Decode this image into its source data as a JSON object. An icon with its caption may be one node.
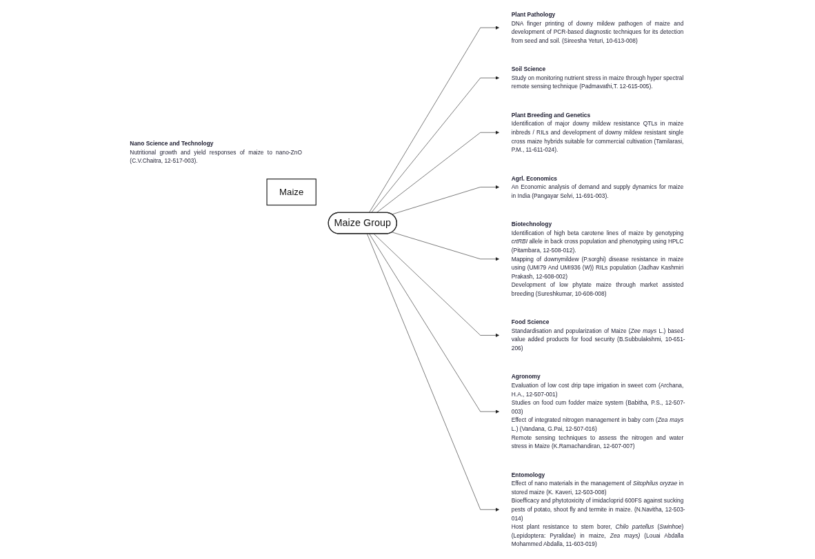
{
  "diagram": {
    "nodes": [
      {
        "text": [
          "Nano Science and Technology",
          "Nutritional growth and yield responses of maize to nano-ZnO (C.V.Chaitra, 12-517-003)."
        ]
      },
      {
        "text": [
          "Maize"
        ]
      },
      {
        "text": [
          "Plant Pathology",
          "DNA finger printing of downy mildew pathogen of maize and development of PCR-based diagnostic techniques for its detection from seed and soil. (Sireesha Yeturi, 10-613-008)"
        ]
      },
      {
        "text": [
          "Entomology",
          "Effect of nano materials in the management of *Sitophilus oryzae* in stored maize (K. Kaveri, 12-503-008)",
          "Bioefficacy and phytotoxicity of imidacloprid 600FS against sucking pests of potato, shoot fly and termite in maize. (N.Navitha, 12-503-014)",
          "Host plant resistance to stem borer, *Chilo partellus* (*Swinhoe*) (Lepidoptera: Pyralidae) in maize, *Zea mays)* (Louai Abdalla Mohammed Abdalla, 11-603-019)"
        ]
      },
      {
        "text": [
          "Soil Science",
          "Study on monitoring nutrient stress in maize through hyper spectral remote sensing technique (Padmavathi,T. 12-615-005)."
        ]
      },
      {
        "text": [
          "Plant Breeding and Genetics",
          "Identification of major downy mildew resistance QTLs in maize inbreds / RILs and development of downy mildew resistant single cross maize hybrids suitable for commercial cultivation (Tamilarasi, P.M., 11-611-024)."
        ]
      },
      {
        "text": [
          "Maize Group"
        ]
      },
      {
        "text": [
          "Agronomy",
          "Evaluation of low cost drip tape irrigation in sweet corn (Archana, H.A., 12-507-001)",
          "Studies on food cum fodder maize system (Babitha, P.S., 12-507-003)",
          "Effect of integrated nitrogen management in baby corn (*Zea mays* L.) (Vandana, G.Pai, 12-507-016)",
          "Remote sensing techniques to assess the nitrogen and water stress in Maize (K.Ramachandiran, 12-607-007)"
        ]
      },
      {
        "text": [
          "Agrl. Economics",
          "An Economic analysis of demand and supply dynamics for maize in India (Pangayar Selvi, 11-691-003)."
        ]
      },
      {
        "text": [
          "Biotechnology",
          "Identification of high beta carotene lines of maize by genotyping *crtRBI* allele in back cross population and phenotyping using HPLC (Pitambara, 12-508-012).",
          "Mapping of downymildew (P.sorghi) disease resistance in maize using (UMI79 And UMI936 (W)) RILs population (Jadhav Kashmiri Prakash, 12-608-002)",
          "Development of low phytate maize through market assisted breeding (Sureshkumar, 10-608-008)"
        ]
      },
      {
        "text": [
          "Food Science",
          "Standardisation and popularization of Maize (*Zee mays* L.) based value added products for food security (B.Subbulakshmi, 10-651-206)"
        ]
      }
    ],
    "edges": [
      {
        "from": 6,
        "to": 2,
        "arrow": "to"
      },
      {
        "from": 6,
        "to": 4,
        "arrow": "to"
      },
      {
        "from": 6,
        "to": 5,
        "arrow": "to"
      },
      {
        "from": 6,
        "to": 8,
        "arrow": "to"
      },
      {
        "from": 6,
        "to": 9,
        "arrow": "to"
      },
      {
        "from": 6,
        "to": 10,
        "arrow": "to"
      },
      {
        "from": 6,
        "to": 7,
        "arrow": "to"
      },
      {
        "from": 6,
        "to": 3,
        "arrow": "to"
      }
    ]
  }
}
